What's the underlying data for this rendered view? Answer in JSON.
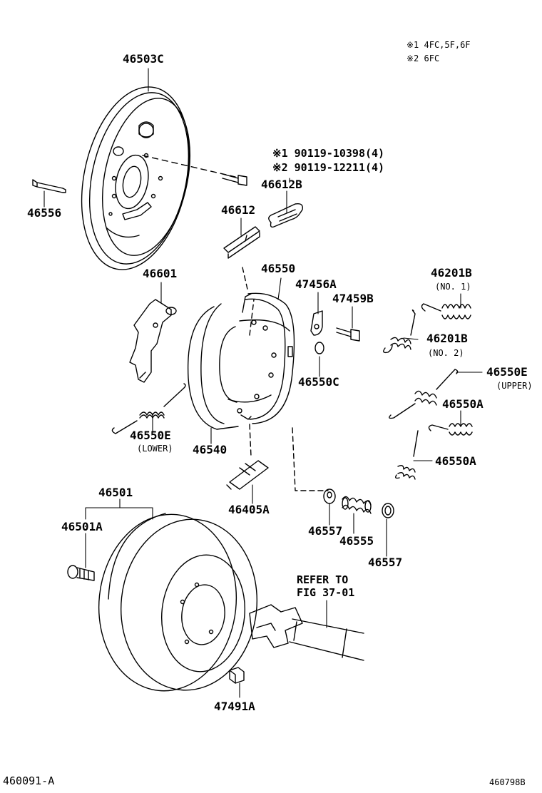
{
  "notes": {
    "note1": "※1 4FC,5F,6F",
    "note2": "※2 6FC"
  },
  "parts": {
    "p46503C": "46503C",
    "p46556": "46556",
    "bolt1": "※1 90119-10398(4)",
    "bolt2": "※2 90119-12211(4)",
    "p46612B": "46612B",
    "p46612": "46612",
    "p46601": "46601",
    "p46550": "46550",
    "p47456A": "47456A",
    "p47459B": "47459B",
    "p46201B_1": "46201B",
    "p46201B_1_note": "(NO. 1)",
    "p46201B_2": "46201B",
    "p46201B_2_note": "(NO. 2)",
    "p46550C": "46550C",
    "p46550E_upper": "46550E",
    "p46550E_upper_note": "(UPPER)",
    "p46550A_1": "46550A",
    "p46550A_2": "46550A",
    "p46550E_lower": "46550E",
    "p46550E_lower_note": "(LOWER)",
    "p46540": "46540",
    "p46405A": "46405A",
    "p46501": "46501",
    "p46501A": "46501A",
    "p46557_1": "46557",
    "p46555": "46555",
    "p46557_2": "46557",
    "refer1": "REFER TO",
    "refer2": "FIG 37-01",
    "p47491A": "47491A"
  },
  "footer": {
    "left_code": "460091-A",
    "right_code": "460798B"
  }
}
